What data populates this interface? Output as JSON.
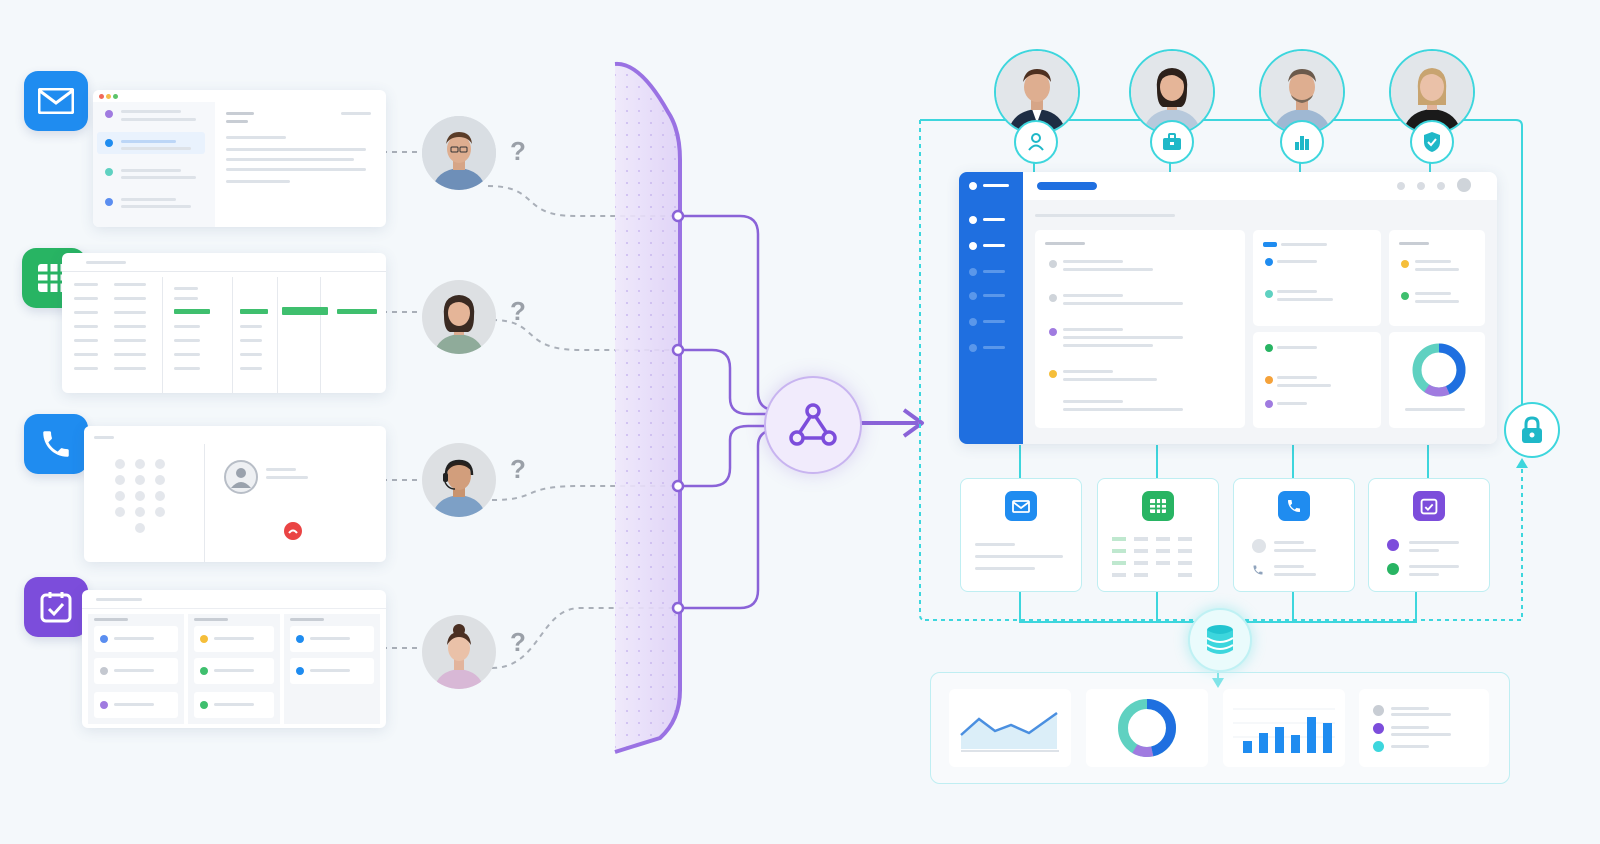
{
  "sources": [
    {
      "app": "email",
      "icon": "envelope-icon",
      "color": "#1f8cf0"
    },
    {
      "app": "spreadsheet",
      "icon": "spreadsheet-icon",
      "color": "#28b463"
    },
    {
      "app": "phone",
      "icon": "phone-icon",
      "color": "#1f8cf0"
    },
    {
      "app": "tasks",
      "icon": "checklist-icon",
      "color": "#7c4ddb"
    }
  ],
  "people_marks": [
    "?",
    "?",
    "?",
    "?"
  ],
  "hub": {
    "icon": "integration-hub-icon",
    "accent": "#8a63d8"
  },
  "roles": [
    {
      "icon": "user-icon"
    },
    {
      "icon": "briefcase-icon"
    },
    {
      "icon": "bar-chart-icon"
    },
    {
      "icon": "shield-icon"
    }
  ],
  "modules": [
    {
      "icon": "envelope-icon",
      "color": "#1f8cf0"
    },
    {
      "icon": "spreadsheet-icon",
      "color": "#28b463"
    },
    {
      "icon": "phone-icon",
      "color": "#1f8cf0"
    },
    {
      "icon": "checklist-icon",
      "color": "#7c4ddb"
    }
  ],
  "database": {
    "icon": "database-icon",
    "color": "#3dd6dd"
  },
  "security": {
    "icon": "lock-icon"
  },
  "reports": [
    "line-chart",
    "donut-chart",
    "bar-chart",
    "task-list"
  ],
  "colors": {
    "teal": "#3dd6dd",
    "purple": "#8a63d8",
    "blue": "#1f6fe0",
    "green": "#28b463"
  }
}
